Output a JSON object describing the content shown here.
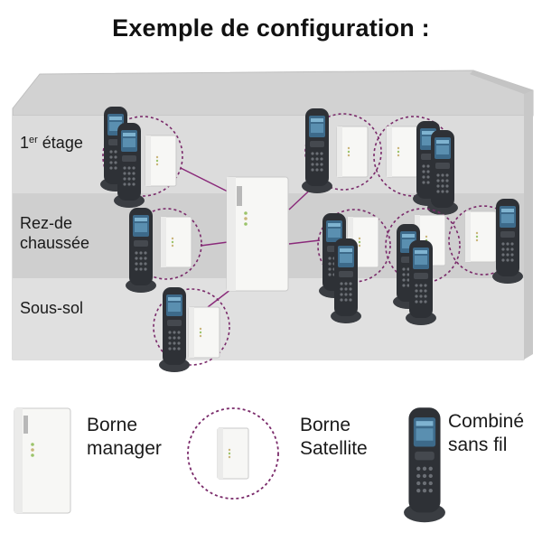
{
  "title": "Exemple de configuration :",
  "floors": {
    "first_num": "1",
    "first_sup": "er",
    "first_rest": " étage",
    "ground_line1": "Rez-de",
    "ground_line2": "chaussée",
    "basement": "Sous-sol"
  },
  "legend": {
    "manager_line1": "Borne",
    "manager_line2": "manager",
    "satellite_line1": "Borne",
    "satellite_line2": "Satellite",
    "handset_line1": "Combiné",
    "handset_line2": "sans fil"
  },
  "colors": {
    "circle": "#7a2a6a",
    "link": "#8a2a7a",
    "house_wall": "#dcdcdc",
    "band_dark": "#cfcfcf",
    "roof": "#d2d2d2",
    "phone": "#2e3136",
    "screen": "#3d6a8a",
    "device": "#f7f7f5"
  }
}
